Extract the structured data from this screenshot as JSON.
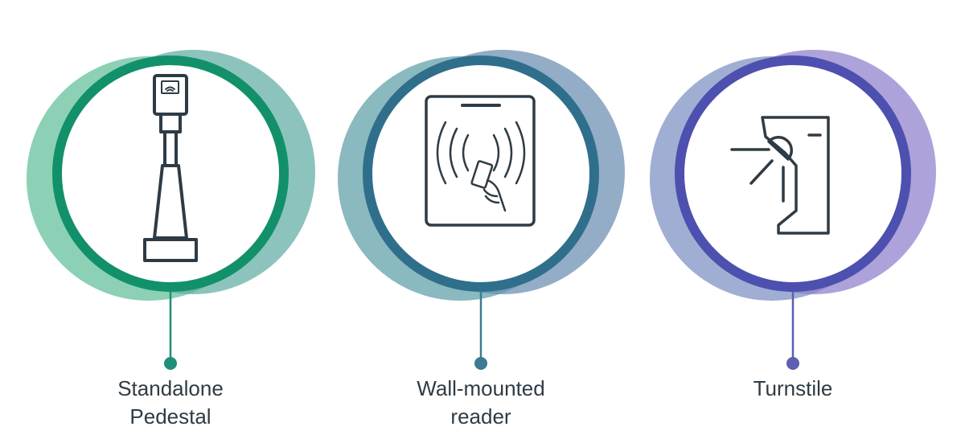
{
  "items": [
    {
      "label_lines": [
        "Standalone",
        "Pedestal"
      ],
      "icon": "pedestal-card-reader-icon",
      "colors": {
        "blob_left": "#5fbf98",
        "blob_right": "#5fada3",
        "ring": "#12906a",
        "stem": "#1e8f78"
      }
    },
    {
      "label_lines": [
        "Wall-mounted",
        "reader"
      ],
      "icon": "wall-mounted-reader-icon",
      "colors": {
        "blob_left": "#5d9ea6",
        "blob_right": "#6a8eb1",
        "ring": "#2f6f8c",
        "stem": "#3c7b92"
      }
    },
    {
      "label_lines": [
        "Turnstile"
      ],
      "icon": "turnstile-icon",
      "colors": {
        "blob_left": "#7d8fc2",
        "blob_right": "#8d7fcc",
        "ring": "#4d50ae",
        "stem": "#5e5fb0"
      }
    }
  ],
  "icon_stroke_color": "#2f3b44"
}
